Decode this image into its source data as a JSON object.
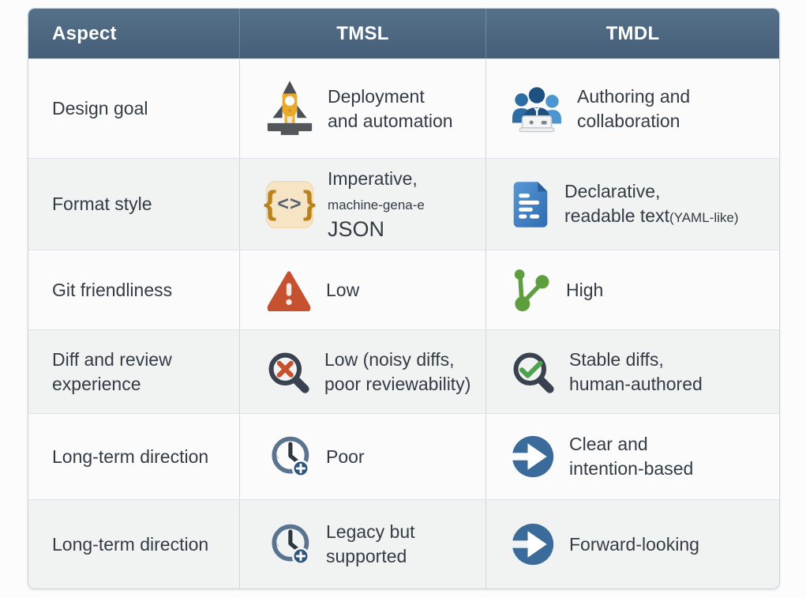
{
  "table": {
    "headers": {
      "aspect": "Aspect",
      "tmsl": "TMSL",
      "tmdl": "TMDL"
    },
    "header_bg": "#48617a",
    "rows": [
      {
        "aspect": "Design goal",
        "tmsl": {
          "icon": "rocket-icon",
          "lines": [
            "Deployment",
            "and automation"
          ]
        },
        "tmdl": {
          "icon": "people-group-icon",
          "lines": [
            "Authoring and",
            "collaboration"
          ]
        }
      },
      {
        "aspect": "Format style",
        "tmsl": {
          "icon": "code-braces-icon",
          "line1": "Imperative,",
          "line2_small": "machine-gena-e",
          "line2_big": "JSON"
        },
        "tmdl": {
          "icon": "document-icon",
          "line1": "Declarative,",
          "line2": "readable text",
          "line2_small": "(YAML-like)"
        }
      },
      {
        "aspect": "Git friendliness",
        "tmsl": {
          "icon": "warning-triangle-icon",
          "text": "Low"
        },
        "tmdl": {
          "icon": "git-branch-icon",
          "text": "High"
        }
      },
      {
        "aspect": "Diff and review experience",
        "tmsl": {
          "icon": "magnifier-x-icon",
          "lines": [
            "Low (noisy diffs,",
            "poor reviewability)"
          ]
        },
        "tmdl": {
          "icon": "magnifier-check-icon",
          "lines": [
            "Stable diffs,",
            "human-authored"
          ]
        }
      },
      {
        "aspect": "Long-term direction",
        "tmsl": {
          "icon": "clock-plus-icon",
          "text": "Poor"
        },
        "tmdl": {
          "icon": "arrow-circle-icon",
          "lines": [
            "Clear and",
            "intention-based"
          ]
        }
      },
      {
        "aspect": "Long-term direction",
        "tmsl": {
          "icon": "clock-plus-icon",
          "lines": [
            "Legacy but",
            "supported"
          ]
        },
        "tmdl": {
          "icon": "arrow-circle-icon",
          "text": "Forward-looking"
        }
      }
    ],
    "brace_left": "{",
    "brace_angles": "<>",
    "brace_right": "}"
  },
  "icon_colors": {
    "rocket_body": "#e9a92b",
    "rocket_dark": "#4a5056",
    "people_center": "#1d5182",
    "people_left": "#2e6ca4",
    "people_right": "#4b96cf",
    "braces_bg": "#f6e4c4",
    "braces_brace": "#b9821c",
    "braces_angle": "#566271",
    "document_blue": "#3f7fc4",
    "document_fold": "#2a5f9e",
    "warning_fill": "#c5512f",
    "git_fill": "#5f9e3e",
    "magnifier_glass": "#3a4250",
    "magnifier_x": "#c5512f",
    "magnifier_check": "#4aa44d",
    "clock_ring": "#5a7390",
    "clock_badge": "#2e5480",
    "arrow_fill": "#3a6b9a"
  }
}
